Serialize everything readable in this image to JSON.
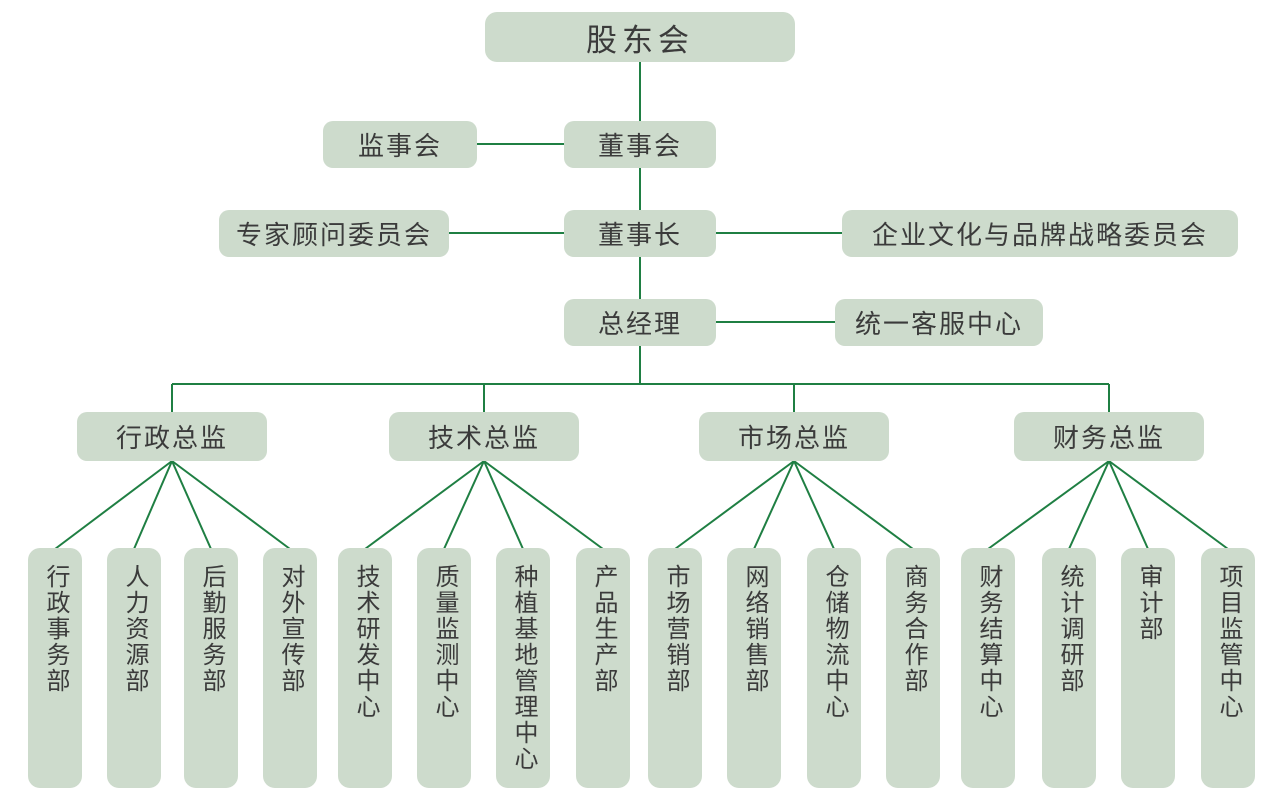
{
  "colors": {
    "node_fill": "#cddbcc",
    "connector_green": "#1f7f43",
    "text": "#3b3b3b",
    "background": "#ffffff"
  },
  "org": {
    "root": {
      "label": "股东会"
    },
    "supervisory": {
      "label": "监事会"
    },
    "board": {
      "label": "董事会"
    },
    "expert_committee": {
      "label": "专家顾问委员会"
    },
    "chairman": {
      "label": "董事长"
    },
    "culture_committee": {
      "label": "企业文化与品牌战略委员会"
    },
    "general_manager": {
      "label": "总经理"
    },
    "service_center": {
      "label": "统一客服中心"
    },
    "directors": [
      {
        "label": "行政总监",
        "departments": [
          "行政事务部",
          "人力资源部",
          "后勤服务部",
          "对外宣传部"
        ]
      },
      {
        "label": "技术总监",
        "departments": [
          "技术研发中心",
          "质量监测中心",
          "种植基地管理中心",
          "产品生产部"
        ]
      },
      {
        "label": "市场总监",
        "departments": [
          "市场营销部",
          "网络销售部",
          "仓储物流中心",
          "商务合作部"
        ]
      },
      {
        "label": "财务总监",
        "departments": [
          "财务结算中心",
          "统计调研部",
          "审计部",
          "项目监管中心"
        ]
      }
    ]
  }
}
